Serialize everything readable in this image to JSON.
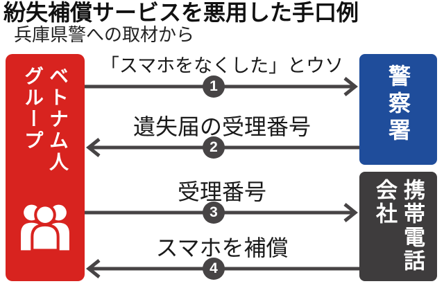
{
  "header": {
    "title": "紛失補償サービスを悪用した手口例",
    "subtitle": "兵庫県警への取材から"
  },
  "actors": {
    "group": {
      "name_col1": "ベトナム人",
      "name_col2": "グループ",
      "icon": "people-group-icon"
    },
    "police": {
      "name": "警察署"
    },
    "carrier": {
      "name_col1": "携帯電話",
      "name_col2": "会社"
    }
  },
  "steps": [
    {
      "number": "1",
      "label": "「スマホをなくした」とウソ",
      "direction": "right"
    },
    {
      "number": "2",
      "label": "遺失届の受理番号",
      "direction": "left"
    },
    {
      "number": "3",
      "label": "受理番号",
      "direction": "right"
    },
    {
      "number": "4",
      "label": "スマホを補償",
      "direction": "left"
    }
  ],
  "colors": {
    "group_box": "#d8231f",
    "police_box": "#1f4d9b",
    "carrier_box": "#3e3c3d",
    "arrow": "#474445",
    "badge": "#474445"
  }
}
